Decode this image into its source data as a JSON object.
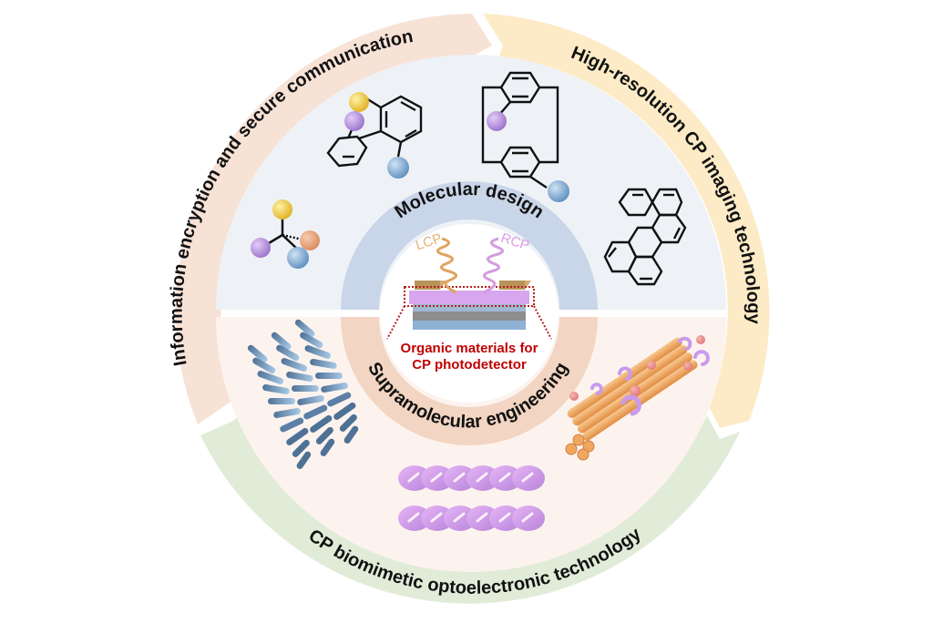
{
  "diagram": {
    "title": "Organic materials for CP photodetector",
    "center": {
      "line1": "Organic materials for",
      "line2": "CP photodetector",
      "device_labels": {
        "left_light": "LCP",
        "right_light": "RCP"
      }
    },
    "inner_ring": {
      "top_label": "Molecular design",
      "bottom_label": "Supramolecular  engineering"
    },
    "middle_zone": {
      "top_content": [
        "binaphthyl-type axially chiral molecule",
        "tetrahedral chiral center",
        "planar chiral [2.2]paracyclophane",
        "helicene"
      ],
      "bottom_content": [
        "helical stacked assembly",
        "twisted fiber bundle",
        "helical superstructure array"
      ]
    },
    "outer_ring": [
      {
        "label": "Information encryption and secure communication",
        "color": "#f7e2d6"
      },
      {
        "label": "High-resolution CP imaging technology",
        "color": "#fcebc6"
      },
      {
        "label": "CP biomimetic optoelectronic technology",
        "color": "#e1ecd8"
      }
    ],
    "colors": {
      "middle_top": "#eef2f6",
      "middle_bottom": "#fdf3ee",
      "inner_top": "#c9d5e8",
      "inner_bottom": "#f2d5c2",
      "center_text": "#c00000",
      "lcp": "#e0a460",
      "rcp": "#d49be0",
      "ball_yellow": "#f0c840",
      "ball_purple": "#b58ee0",
      "ball_orange": "#e8a27a",
      "ball_blue": "#86aed6"
    }
  }
}
